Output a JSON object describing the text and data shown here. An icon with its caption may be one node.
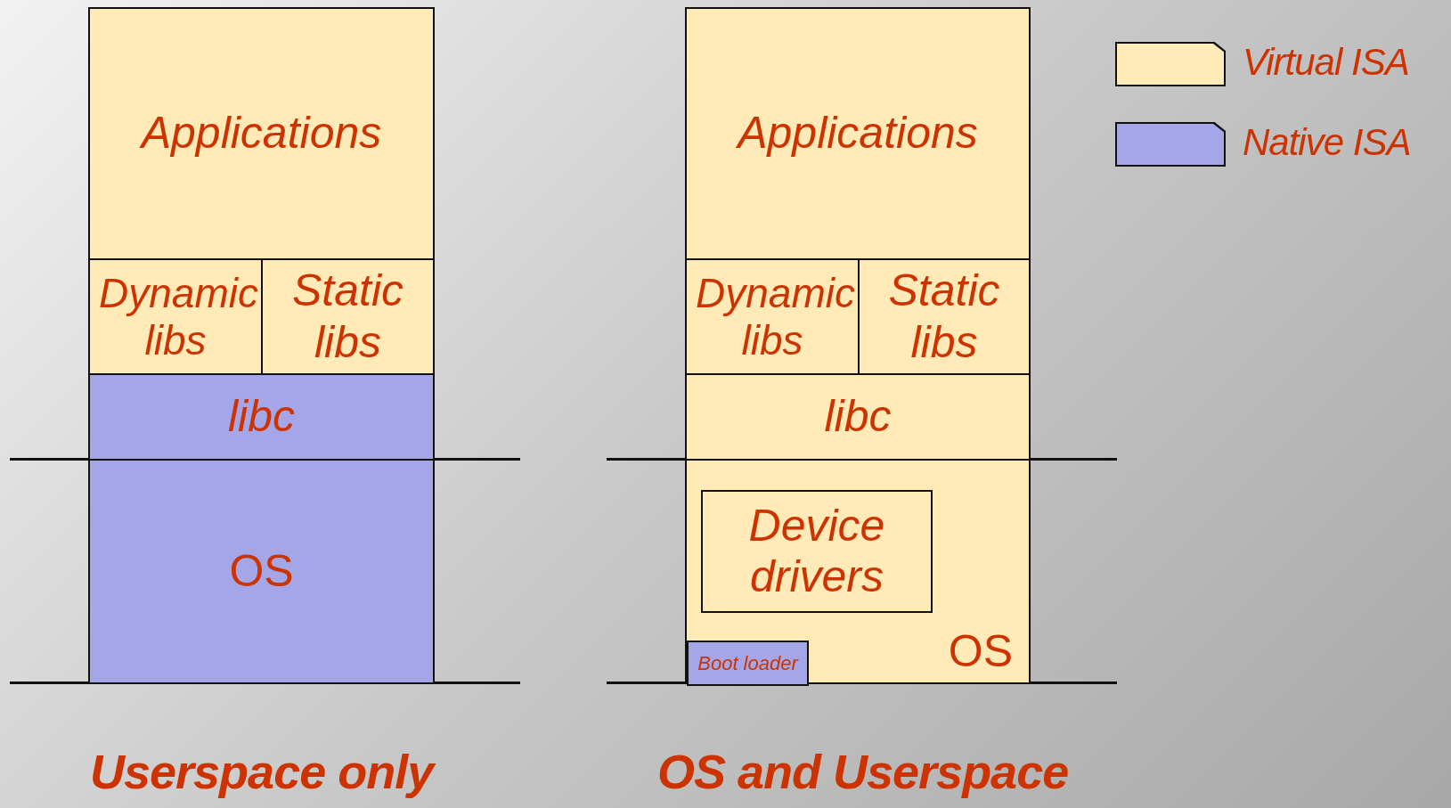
{
  "diagram": {
    "nodes": [
      {
        "text": [
          "Applications"
        ]
      },
      {
        "text": [
          "Dynamic libs"
        ]
      },
      {
        "text": [
          "Static libs"
        ]
      },
      {
        "text": [
          "libc"
        ]
      },
      {
        "text": [
          "OS"
        ]
      },
      {
        "text": [
          "Applications"
        ]
      },
      {
        "text": [
          "Dynamic libs"
        ]
      },
      {
        "text": [
          "Static libs"
        ]
      },
      {
        "text": [
          "libc"
        ]
      },
      {
        "text": [
          "OS"
        ]
      },
      {
        "text": [
          "Device drivers"
        ],
        "in": 9
      },
      {
        "text": [
          "Boot loader"
        ],
        "in": 9
      }
    ],
    "edges": [],
    "labels": [
      "Userspace only",
      "OS and Userspace"
    ],
    "legend": [
      {
        "text": "Virtual ISA",
        "color": "#ffeab8"
      },
      {
        "text": "Native ISA",
        "color": "#a5a6e8"
      }
    ]
  }
}
